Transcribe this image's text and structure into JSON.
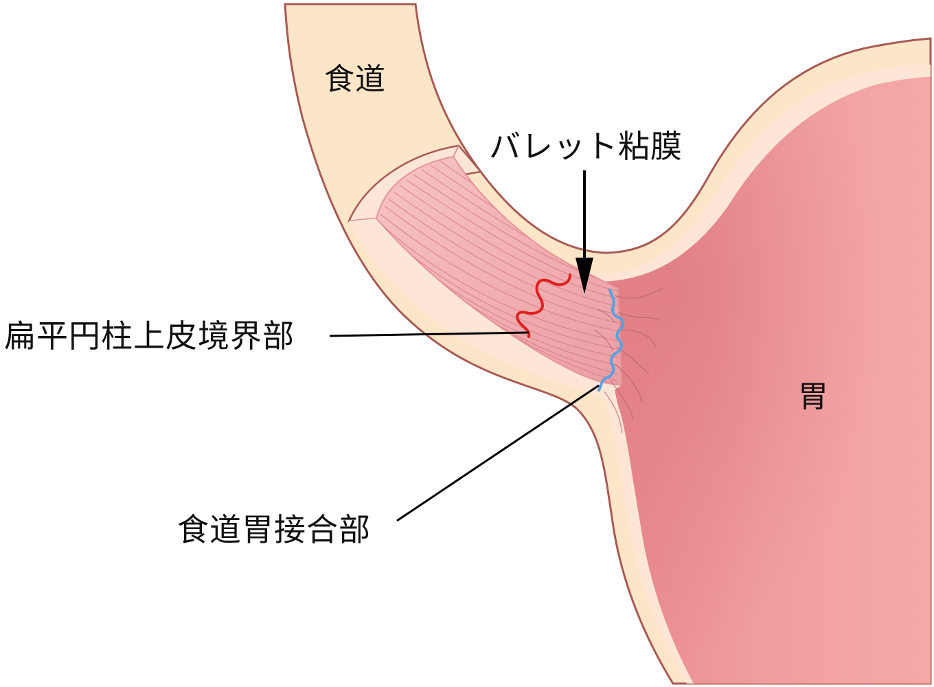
{
  "diagram": {
    "type": "anatomical-illustration",
    "subject": "gastroesophageal junction"
  },
  "labels": {
    "esophagus": "食道",
    "barrett_mucosa": "バレット粘膜",
    "squamocolumnar_junction": "扁平円柱上皮境界部",
    "esophagogastric_junction": "食道胃接合部",
    "stomach": "胃"
  },
  "markers": {
    "squamocolumnar_junction_line": {
      "color": "#e02020",
      "description": "red wavy line"
    },
    "esophagogastric_junction_line": {
      "color": "#5aa0e0",
      "description": "blue wavy line"
    }
  },
  "colors": {
    "outer_wall": "#fde5c8",
    "wall_outline": "#a85a55",
    "inner_layer": "#fde6d6",
    "esophageal_mucosa": "#f2a9aa",
    "stomach_mucosa": "#ef9b9b",
    "stomach_mucosa_dark": "#e07f85",
    "leader_line": "#000000"
  }
}
